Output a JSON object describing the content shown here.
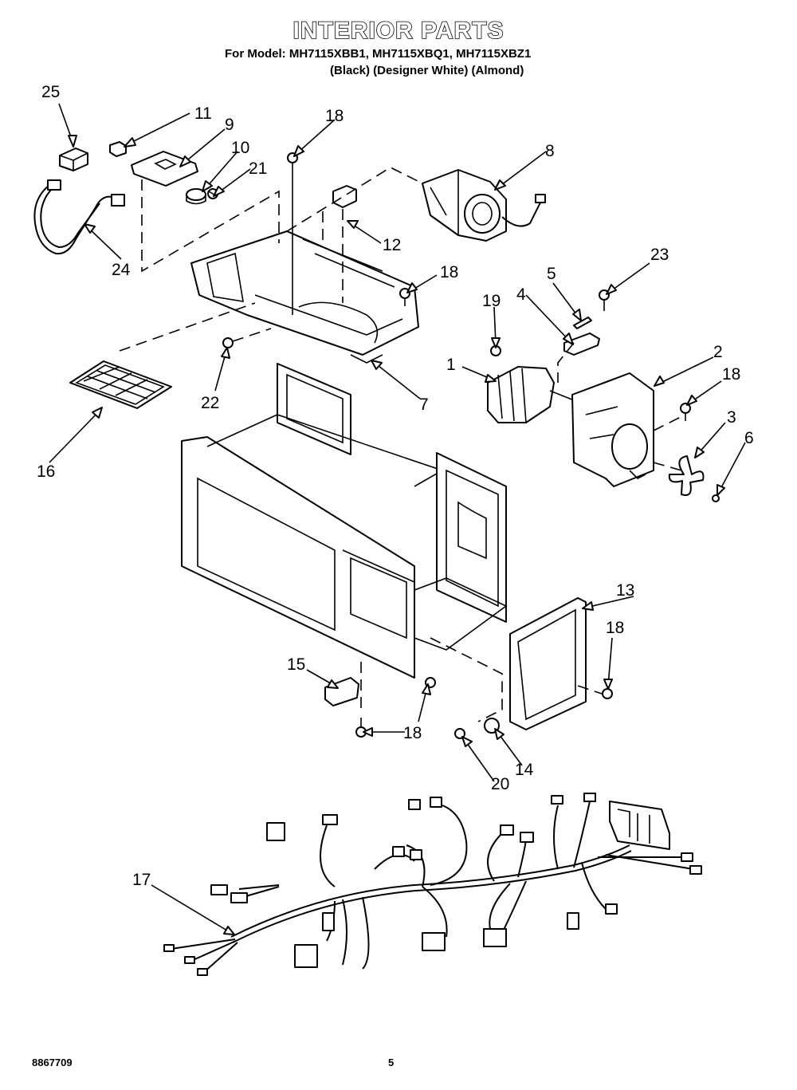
{
  "header": {
    "title": "INTERIOR PARTS",
    "models_line": "For Model: MH7115XBB1, MH7115XBQ1, MH7115XBZ1",
    "colors_line": "(Black) (Designer White) (Almond)"
  },
  "callouts": [
    {
      "id": "c25",
      "label": "25"
    },
    {
      "id": "c11",
      "label": "11"
    },
    {
      "id": "c9",
      "label": "9"
    },
    {
      "id": "c10",
      "label": "10"
    },
    {
      "id": "c21",
      "label": "21"
    },
    {
      "id": "c24",
      "label": "24"
    },
    {
      "id": "c18a",
      "label": "18"
    },
    {
      "id": "c8",
      "label": "8"
    },
    {
      "id": "c12",
      "label": "12"
    },
    {
      "id": "c18b",
      "label": "18"
    },
    {
      "id": "c23",
      "label": "23"
    },
    {
      "id": "c5",
      "label": "5"
    },
    {
      "id": "c4",
      "label": "4"
    },
    {
      "id": "c19",
      "label": "19"
    },
    {
      "id": "c1",
      "label": "1"
    },
    {
      "id": "c2",
      "label": "2"
    },
    {
      "id": "c18c",
      "label": "18"
    },
    {
      "id": "c3",
      "label": "3"
    },
    {
      "id": "c6",
      "label": "6"
    },
    {
      "id": "c22",
      "label": "22"
    },
    {
      "id": "c7",
      "label": "7"
    },
    {
      "id": "c16",
      "label": "16"
    },
    {
      "id": "c13",
      "label": "13"
    },
    {
      "id": "c18d",
      "label": "18"
    },
    {
      "id": "c15",
      "label": "15"
    },
    {
      "id": "c18e",
      "label": "18"
    },
    {
      "id": "c14",
      "label": "14"
    },
    {
      "id": "c20",
      "label": "20"
    },
    {
      "id": "c17",
      "label": "17"
    }
  ],
  "footer": {
    "doc_number": "8867709",
    "page_number": "5"
  }
}
